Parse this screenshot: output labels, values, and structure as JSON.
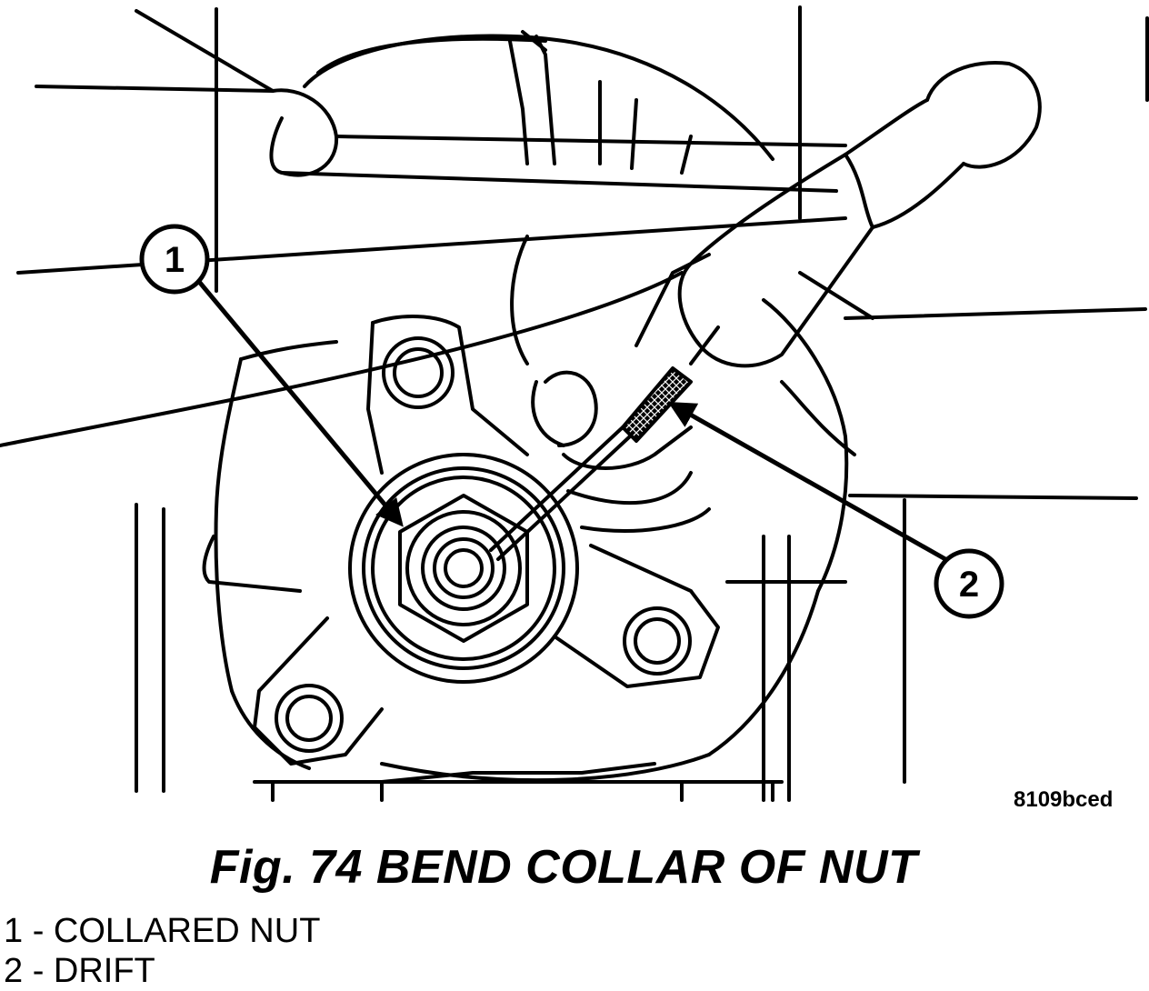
{
  "figure": {
    "image_code": "8109bced",
    "caption": "Fig. 74 BEND COLLAR OF NUT",
    "callouts": [
      {
        "number": "1",
        "label": "COLLARED NUT"
      },
      {
        "number": "2",
        "label": "DRIFT"
      }
    ]
  },
  "legend": [
    {
      "text": "1 - COLLARED NUT"
    },
    {
      "text": "2 - DRIFT"
    }
  ]
}
